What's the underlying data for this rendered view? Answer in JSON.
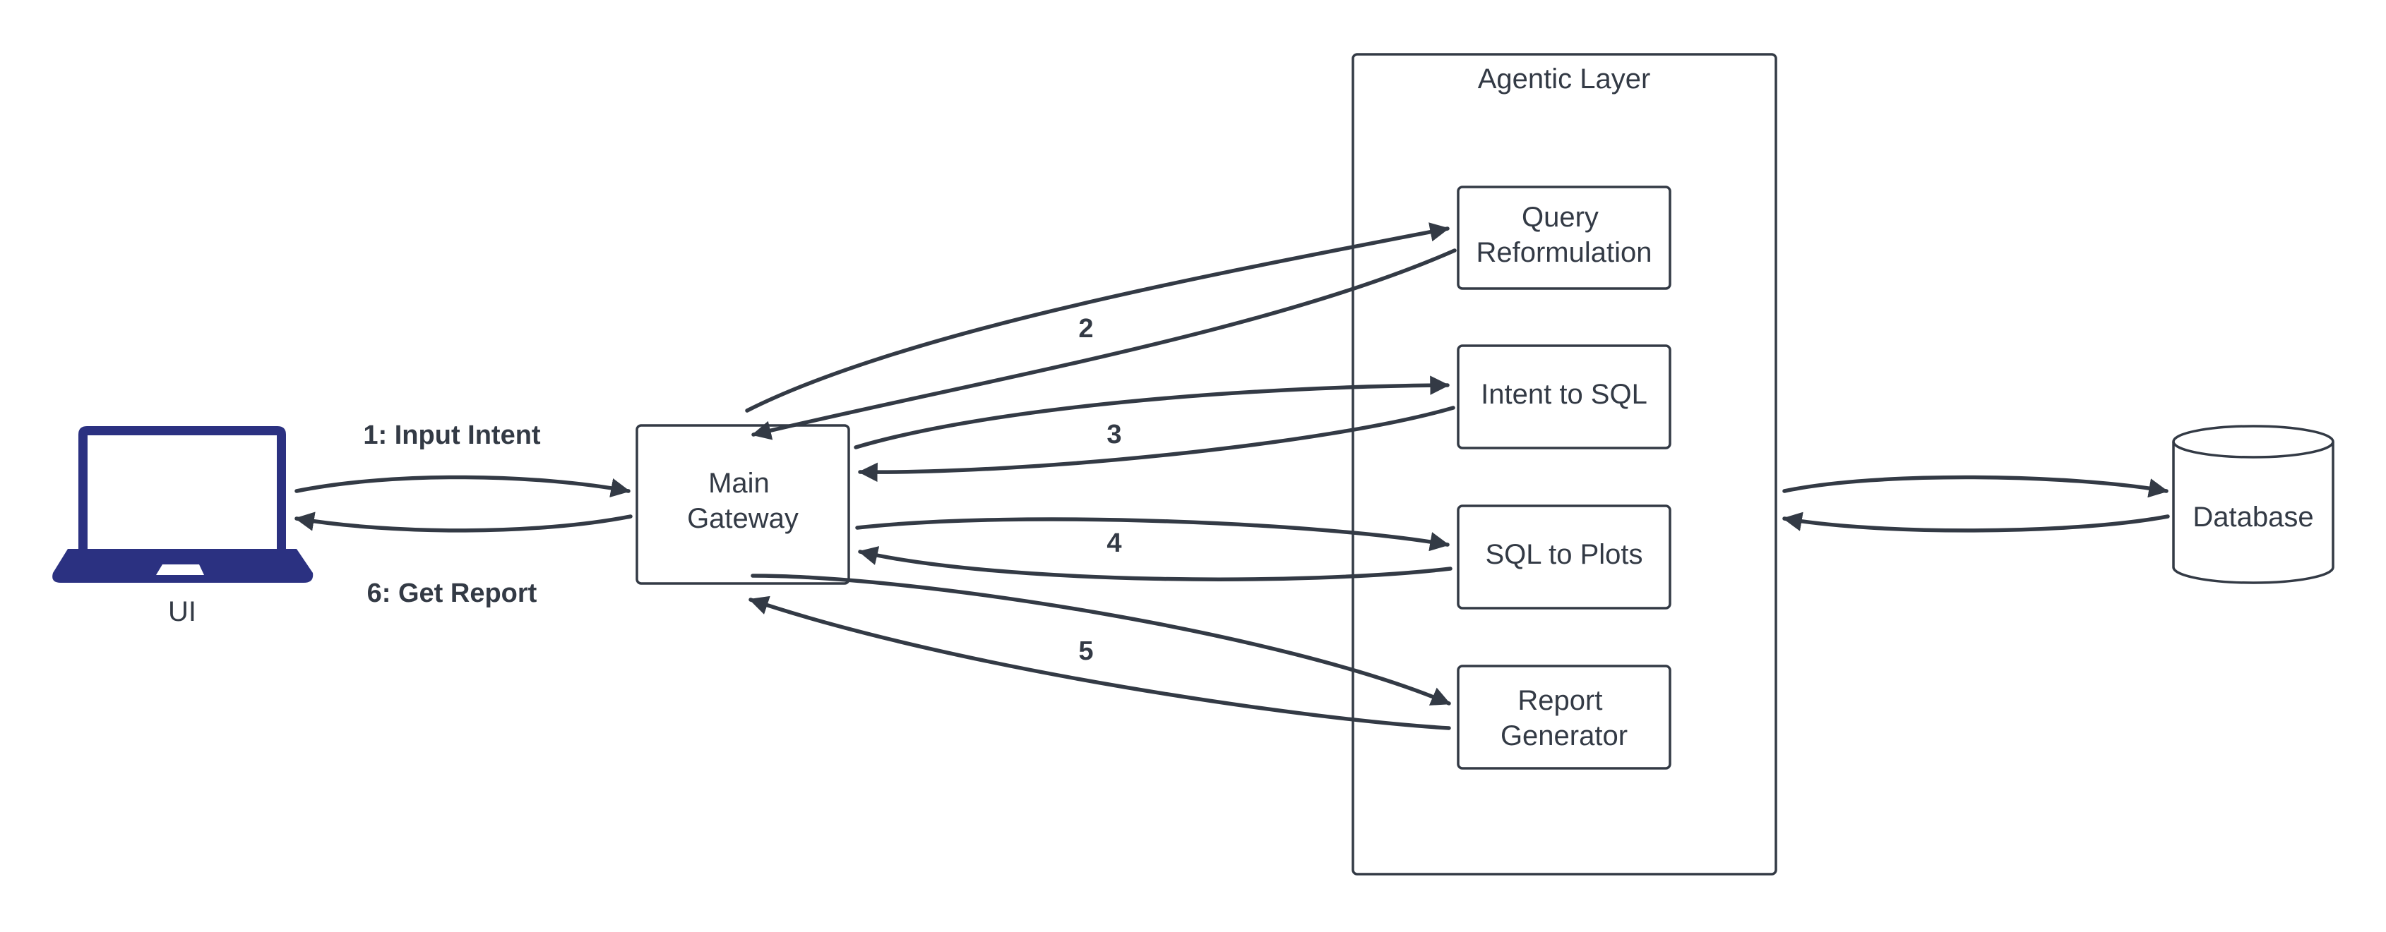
{
  "colors": {
    "ink": "#333a45",
    "laptop": "#2b3181",
    "background": "#ffffff"
  },
  "icons": {
    "ui": "laptop-icon",
    "database": "cylinder-database-icon"
  },
  "nodes": {
    "ui": "UI",
    "gateway": [
      "Main",
      "Gateway"
    ],
    "agentic_layer": "Agentic Layer",
    "query_reformulation": [
      "Query",
      "Reformulation"
    ],
    "intent_to_sql": "Intent to SQL",
    "sql_to_plots": "SQL to Plots",
    "report_generator": [
      "Report",
      "Generator"
    ],
    "database": "Database"
  },
  "edges": {
    "input_intent": "1: Input Intent",
    "get_report": "6: Get Report",
    "step_2": "2",
    "step_3": "3",
    "step_4": "4",
    "step_5": "5"
  }
}
